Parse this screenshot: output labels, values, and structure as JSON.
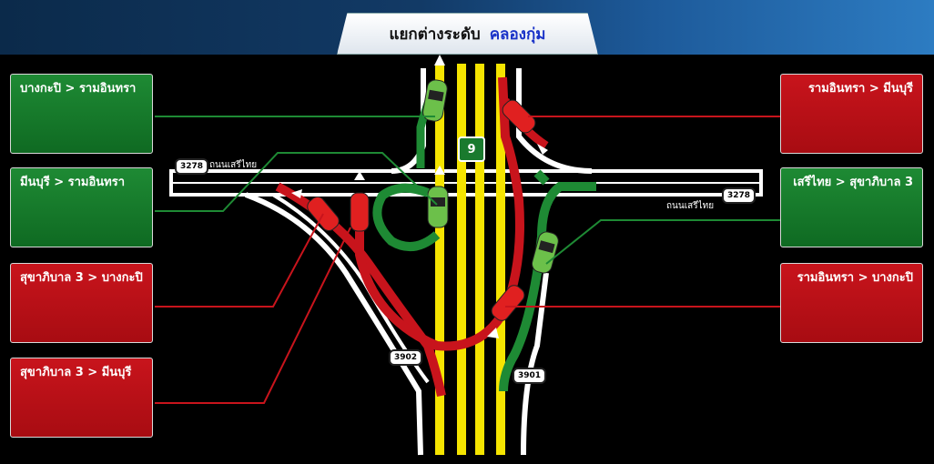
{
  "header": {
    "title": "แยกต่างระดับ",
    "place": "คลองกุ่ม"
  },
  "panels_left": [
    {
      "label": "บางกะปิ > รามอินทรา",
      "color": "#1e8a34"
    },
    {
      "label": "มีนบุรี > รามอินทรา",
      "color": "#1e8a34"
    },
    {
      "label": "สุขาภิบาล 3 > บางกะปิ",
      "color": "#c8141c"
    },
    {
      "label": "สุขาภิบาล 3 > มีนบุรี",
      "color": "#c8141c"
    }
  ],
  "panels_right": [
    {
      "label": "รามอินทรา > มีนบุรี",
      "color": "#c8141c"
    },
    {
      "label": "เสรีไทย > สุขาภิบาล 3",
      "color": "#1e8a34"
    },
    {
      "label": "รามอินทรา > บางกะปิ",
      "color": "#c8141c"
    }
  ],
  "road_labels": {
    "seri_thai_left": "ถนนเสรีไทย",
    "seri_thai_right": "ถนนเสรีไทย",
    "route_3278_left": "3278",
    "route_3278_right": "3278",
    "route_3902": "3902",
    "route_3901": "3901",
    "route_9": "9"
  },
  "colors": {
    "green": "#1e8a34",
    "red": "#c8141c",
    "yellow": "#f5e400",
    "road_white": "#ffffff"
  }
}
